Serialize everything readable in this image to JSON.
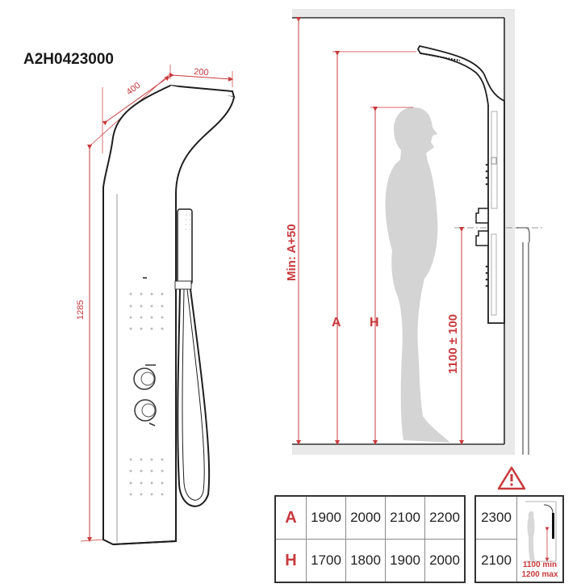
{
  "model_code": "A2H0423000",
  "product_view": {
    "dim_depth": "400",
    "dim_width": "200",
    "dim_height": "1285"
  },
  "installation_view": {
    "label_min": "Min: A+50",
    "label_a": "A",
    "label_h": "H",
    "label_mixer_height": "1100 ± 100"
  },
  "height_table": {
    "rows": [
      {
        "header": "A",
        "values": [
          "1900",
          "2000",
          "2100",
          "2200"
        ],
        "extra": "2300"
      },
      {
        "header": "H",
        "values": [
          "1700",
          "1800",
          "1900",
          "2000"
        ],
        "extra": "2100"
      }
    ],
    "warning_icon": "warning-triangle-icon",
    "range_min": "1100 min",
    "range_max": "1200 max"
  },
  "colors": {
    "dimension_red": "#c8393c",
    "line_dark": "#1e1e1e",
    "silhouette_gray": "#d4d4d4",
    "wall_gray": "#e9e9e9"
  }
}
